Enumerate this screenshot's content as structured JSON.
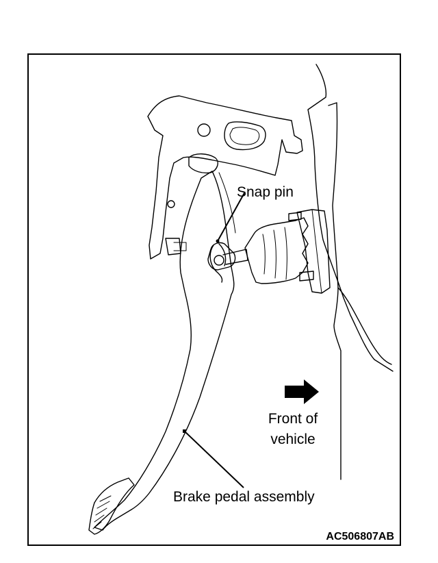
{
  "labels": {
    "snap_pin": "Snap pin",
    "front_line1": "Front of",
    "front_line2": "vehicle",
    "brake_pedal": "Brake pedal assembly"
  },
  "figure_code": "AC506807AB",
  "icons": {
    "direction_arrow": "arrow-right-icon"
  },
  "colors": {
    "line": "#000000",
    "background": "#ffffff"
  }
}
